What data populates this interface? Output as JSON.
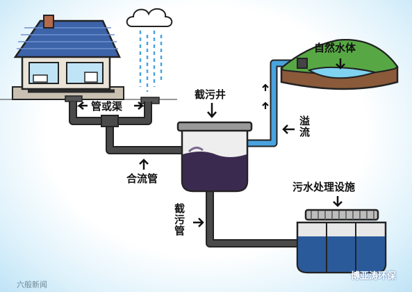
{
  "labels": {
    "pipe_or_channel": "管或渠",
    "interceptor_well": "截污井",
    "natural_water": "自然水体",
    "overflow": "溢流",
    "combined_pipe": "合流管",
    "treatment_facility": "污水处理设施",
    "intercept_pipe": "截污管"
  },
  "watermarks": {
    "left": "六般新闻",
    "right": "博亚涛环保"
  },
  "colors": {
    "pipe": "#3a3a3a",
    "pipe_blue": "#4aa3de",
    "roof": "#3d63a8",
    "grass": "#57a844",
    "water": "#7fd2f0",
    "sewage": "#3b2a4f"
  }
}
